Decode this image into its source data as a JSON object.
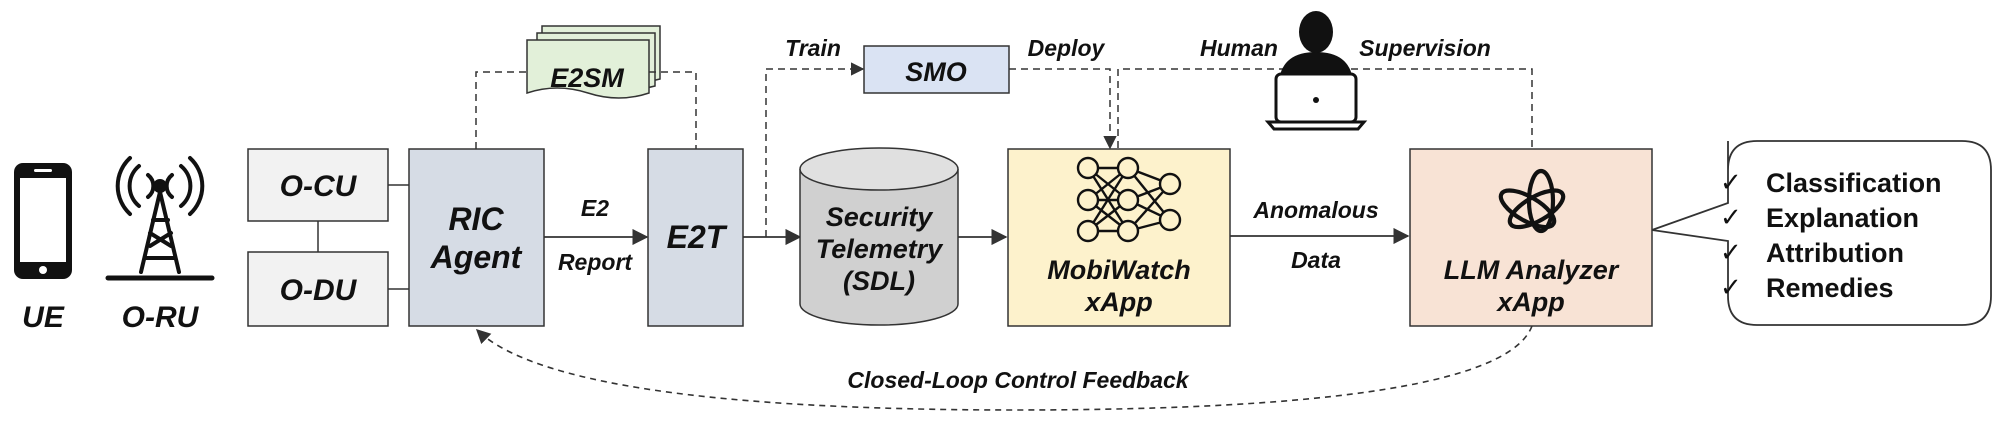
{
  "nodes": {
    "ue": {
      "label": "UE"
    },
    "oru": {
      "label": "O-RU"
    },
    "ocu": {
      "label": "O-CU"
    },
    "odu": {
      "label": "O-DU"
    },
    "ric_agent": {
      "line1": "RIC",
      "line2": "Agent"
    },
    "e2sm": {
      "label": "E2SM"
    },
    "e2t": {
      "label": "E2T"
    },
    "smo": {
      "label": "SMO"
    },
    "sdl": {
      "line1": "Security",
      "line2": "Telemetry",
      "line3": "(SDL)"
    },
    "mobiwatch": {
      "line1": "MobiWatch",
      "line2": "xApp"
    },
    "llm_analyzer": {
      "line1": "LLM Analyzer",
      "line2": "xApp"
    }
  },
  "edges": {
    "e2_report": {
      "line1": "E2",
      "line2": "Report"
    },
    "train": "Train",
    "deploy": "Deploy",
    "human": "Human",
    "supervision": "Supervision",
    "anomalous_data": {
      "line1": "Anomalous",
      "line2": "Data"
    },
    "feedback": "Closed-Loop Control Feedback"
  },
  "callout": {
    "check_symbol": "✓",
    "items": [
      "Classification",
      "Explanation",
      "Attribution",
      "Remedies"
    ]
  },
  "colors": {
    "gray_box": "#f2f2f2",
    "blue_box": "#d6dce5",
    "smo_box": "#dae3f3",
    "cylinder": "#d0d0d0",
    "mobiwatch_box": "#fdf2cc",
    "llm_box": "#f8e3d5",
    "e2sm_box": "#e2f0d9",
    "line": "#333333"
  },
  "icons": [
    "phone-icon",
    "antenna-tower-icon",
    "neural-network-icon",
    "openai-logo-icon",
    "human-laptop-icon"
  ]
}
